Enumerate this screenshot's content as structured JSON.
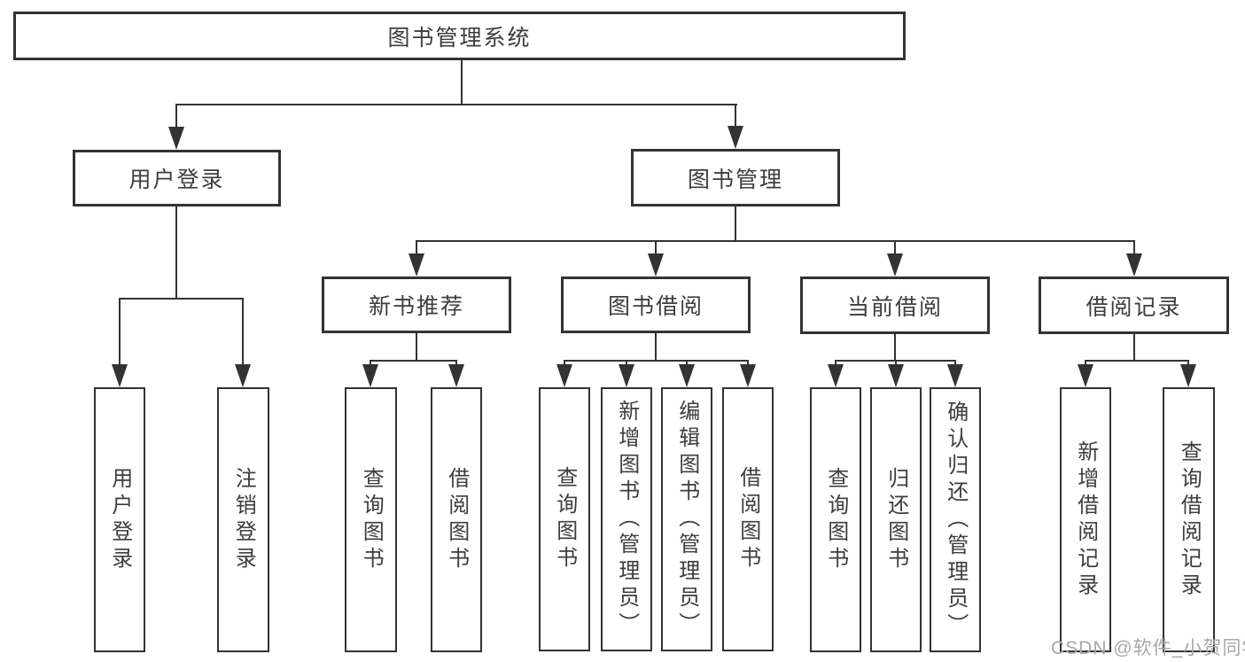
{
  "diagram_title": "图书管理系统",
  "colors": {
    "line": "#333333",
    "box_border": "#333333",
    "text": "#3d3d3d",
    "watermark": "#a8a8a8",
    "background": "#ffffff"
  },
  "tree": {
    "root": {
      "label": "图书管理系统",
      "children": [
        {
          "label": "用户登录",
          "children": [
            {
              "label": "用户登录"
            },
            {
              "label": "注销登录"
            }
          ]
        },
        {
          "label": "图书管理",
          "children": [
            {
              "label": "新书推荐",
              "children": [
                {
                  "label": "查询图书"
                },
                {
                  "label": "借阅图书"
                }
              ]
            },
            {
              "label": "图书借阅",
              "children": [
                {
                  "label": "查询图书"
                },
                {
                  "label": "新增图书（管理员）"
                },
                {
                  "label": "编辑图书（管理员）"
                },
                {
                  "label": "借阅图书"
                }
              ]
            },
            {
              "label": "当前借阅",
              "children": [
                {
                  "label": "查询图书"
                },
                {
                  "label": "归还图书"
                },
                {
                  "label": "确认归还（管理员）"
                }
              ]
            },
            {
              "label": "借阅记录",
              "children": [
                {
                  "label": "新增借阅记录"
                },
                {
                  "label": "查询借阅记录"
                }
              ]
            }
          ]
        }
      ]
    }
  },
  "watermark": {
    "text": "CSDN @软件_小贺同学"
  }
}
